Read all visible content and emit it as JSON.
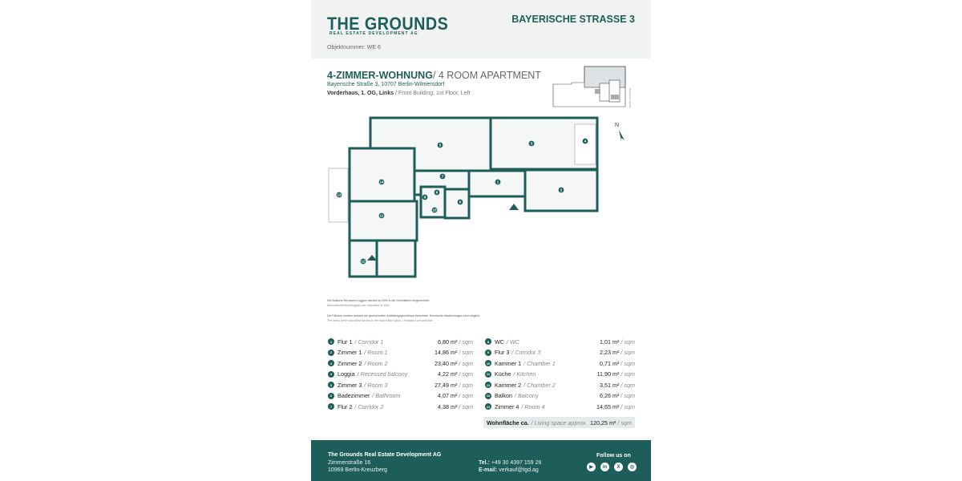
{
  "header": {
    "logo_main": "THE GROUNDS",
    "logo_sub": "REAL ESTATE DEVELOPMENT AG",
    "address": "BAYERISCHE STRASSE 3",
    "object_number": "Objektnummer: WE 6"
  },
  "title": {
    "de": "4-ZIMMER-WOHNUNG",
    "en": "/ 4 ROOM APARTMENT",
    "address": "Bayerische Straße 3, 10707 Berlin-Wilmersdorf",
    "location_de": "Vorderhaus, 1. OG, Links",
    "location_en": "/ Front Building, 1st Floor, Left"
  },
  "keyplan": {
    "street_label": "Bayerische Straße"
  },
  "compass": {
    "label": "N"
  },
  "notes": {
    "balcony_de": "Die Balkone/Terrassen/Loggien werden zu 50% in die Wohnfläche eingerechnet.",
    "balcony_en": "Balconies/terraces/loggias are calculated at 50%.",
    "areas_de": "Die Flächen wurden anhand der gezeichneten Aufteilungsgrundrisse berechnet. Eventuelle Abweichungen sind möglich.",
    "areas_en": "The areas were calculated based on the drawn floor plans. Deviations are possible."
  },
  "rooms": [
    {
      "n": "1",
      "de": "Flur 1",
      "en": "/ Corridor 1",
      "area": "6,80 m²",
      "unit": "/ sqm"
    },
    {
      "n": "2",
      "de": "Zimmer 1",
      "en": "/ Room 1",
      "area": "14,86 m²",
      "unit": "/ sqm"
    },
    {
      "n": "3",
      "de": "Zimmer 2",
      "en": "/ Room 2",
      "area": "23,40 m²",
      "unit": "/ sqm"
    },
    {
      "n": "4",
      "de": "Loggia",
      "en": "/ Recessed balcony",
      "area": "4,22 m²",
      "unit": "/ sqm"
    },
    {
      "n": "5",
      "de": "Zimmer 3",
      "en": "/ Room 3",
      "area": "27,49 m²",
      "unit": "/ sqm"
    },
    {
      "n": "6",
      "de": "Badezimmer",
      "en": "/ Bathroom",
      "area": "4,07 m²",
      "unit": "/ sqm"
    },
    {
      "n": "7",
      "de": "Flur 2",
      "en": "/ Corridor 2",
      "area": "4,38 m²",
      "unit": "/ sqm"
    },
    {
      "n": "8",
      "de": "WC",
      "en": "/ WC",
      "area": "1,01 m²",
      "unit": "/ sqm"
    },
    {
      "n": "9",
      "de": "Flur 3",
      "en": "/ Corridor 3",
      "area": "2,23 m²",
      "unit": "/ sqm"
    },
    {
      "n": "10",
      "de": "Kammer 1",
      "en": "/ Chamber 1",
      "area": "0,71 m²",
      "unit": "/ sqm"
    },
    {
      "n": "11",
      "de": "Küche",
      "en": "/ Kitchen",
      "area": "11,90 m²",
      "unit": "/ sqm"
    },
    {
      "n": "12",
      "de": "Kammer 2",
      "en": "/ Chamber 2",
      "area": "3,51 m²",
      "unit": "/ sqm"
    },
    {
      "n": "13",
      "de": "Balkon",
      "en": "/ Balcony",
      "area": "6,26 m²",
      "unit": "/ sqm"
    },
    {
      "n": "14",
      "de": "Zimmer 4",
      "en": "/ Room 4",
      "area": "14,65 m²",
      "unit": "/ sqm"
    }
  ],
  "total": {
    "de": "Wohnfläche ca.",
    "en": "/ Living space approx.",
    "area": "120,25 m²",
    "unit": "/ sqm"
  },
  "footer": {
    "company": "The Grounds Real Estate Development AG",
    "street": "Zimmerstraße 16",
    "city": "10969 Berlin-Kreuzberg",
    "tel_label": "Tel.:",
    "tel": "+49 30 4397 159 28",
    "email_label": "E-mail:",
    "email": "verkauf@tgd.ag",
    "follow": "Follow us on",
    "social": [
      {
        "icon": "youtube-icon",
        "glyph": "▶"
      },
      {
        "icon": "linkedin-icon",
        "glyph": "in"
      },
      {
        "icon": "x-icon",
        "glyph": "X"
      },
      {
        "icon": "instagram-icon",
        "glyph": "◎"
      }
    ]
  },
  "colors": {
    "brand": "#1e5e5a",
    "header_bg": "#f1f3f2"
  }
}
